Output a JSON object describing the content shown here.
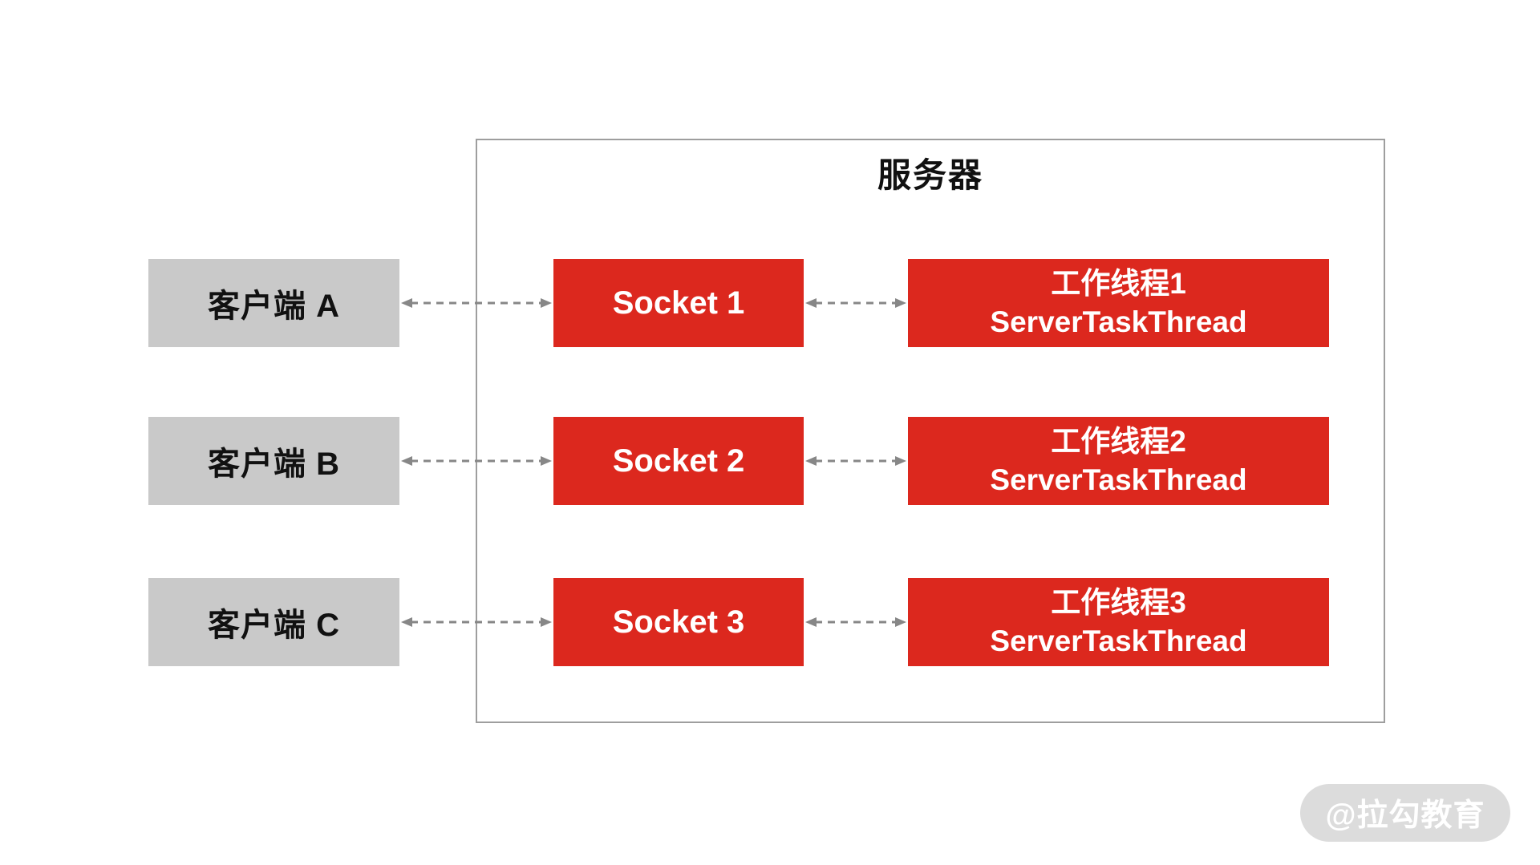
{
  "diagram": {
    "server_label": "服务器",
    "rows": [
      {
        "client": "客户端 A",
        "socket": "Socket 1",
        "worker_title": "工作线程1",
        "worker_subtitle": "ServerTaskThread"
      },
      {
        "client": "客户端 B",
        "socket": "Socket 2",
        "worker_title": "工作线程2",
        "worker_subtitle": "ServerTaskThread"
      },
      {
        "client": "客户端 C",
        "socket": "Socket 3",
        "worker_title": "工作线程3",
        "worker_subtitle": "ServerTaskThread"
      }
    ],
    "colors": {
      "bg": "#ffffff",
      "box_red": "#dc281e",
      "box_gray": "#c9c9c9",
      "border_gray": "#9e9e9e",
      "arrow_gray": "#878787",
      "text_black": "#111111",
      "text_white": "#ffffff",
      "watermark_bg": "#dcdcdc",
      "watermark_text": "#ffffff"
    }
  },
  "watermark": {
    "label": "@拉勾教育"
  }
}
